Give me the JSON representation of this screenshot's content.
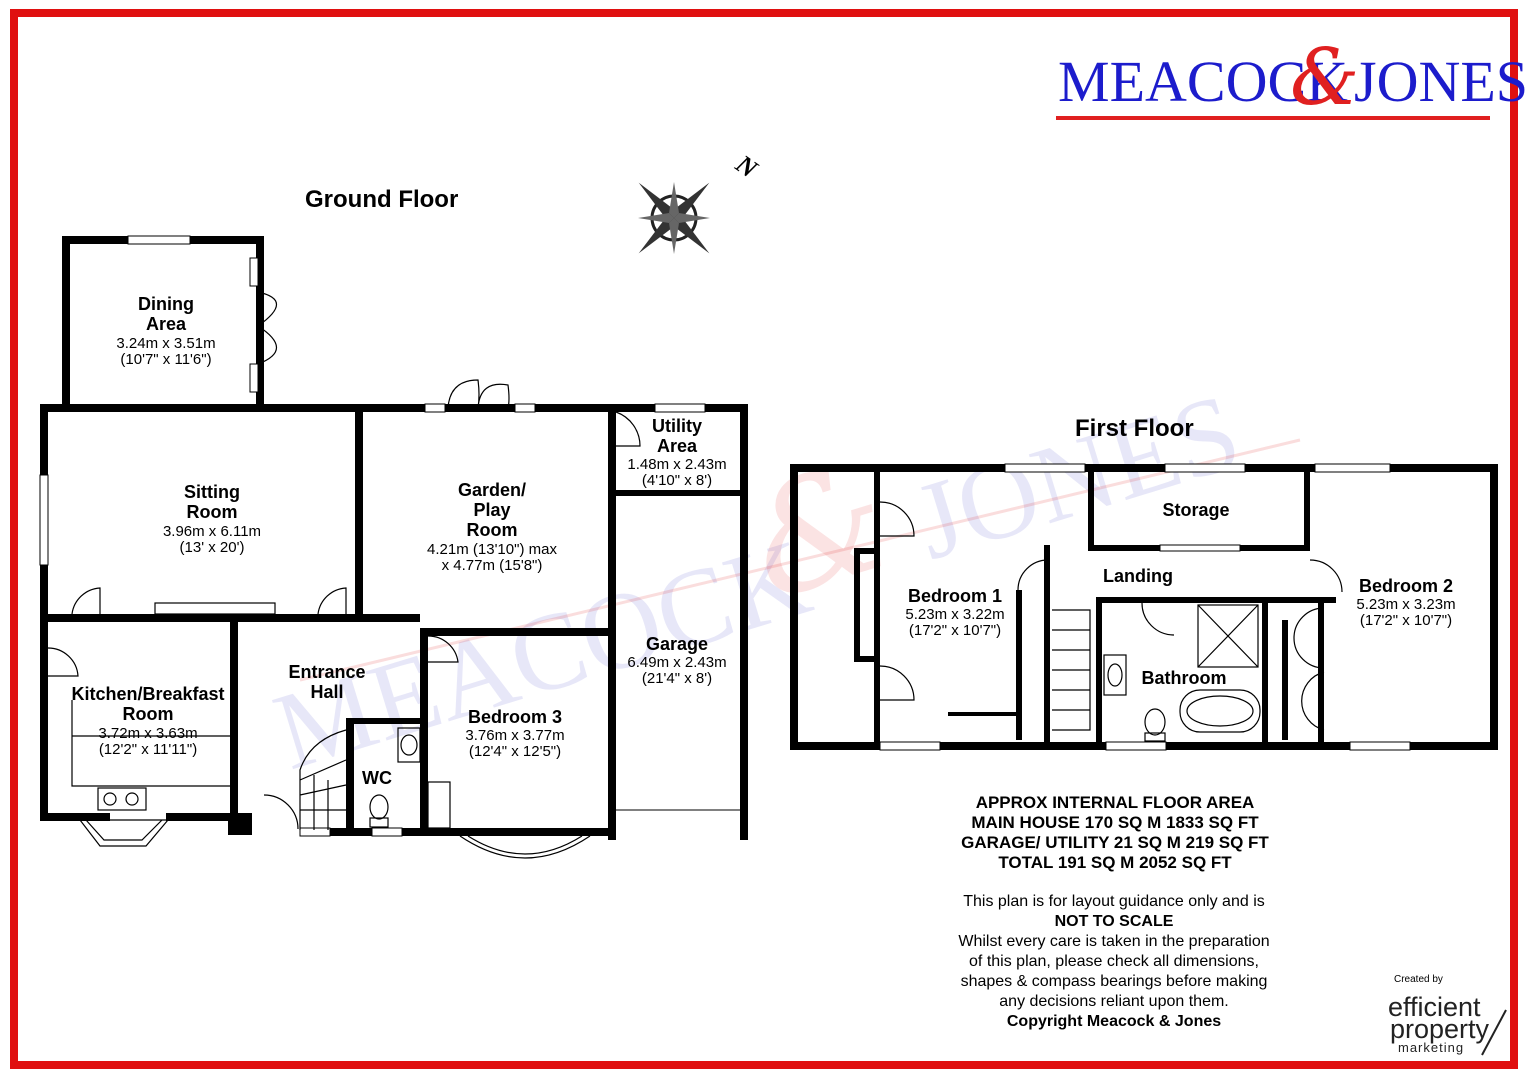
{
  "brand": {
    "name_left": "MEACOCK",
    "ampersand": "&",
    "name_right": "JONES",
    "colors": {
      "blue": "#1c1ccc",
      "red": "#e02020",
      "border": "#e01010"
    }
  },
  "compass": {
    "north_label": "N"
  },
  "ground_floor": {
    "title": "Ground Floor",
    "rooms": {
      "dining": {
        "name_line1": "Dining",
        "name_line2": "Area",
        "metric": "3.24m x 3.51m",
        "imperial": "(10'7\" x 11'6\")"
      },
      "sitting": {
        "name_line1": "Sitting",
        "name_line2": "Room",
        "metric": "3.96m x 6.11m",
        "imperial": "(13' x 20')"
      },
      "garden": {
        "name_line1": "Garden/",
        "name_line2": "Play",
        "name_line3": "Room",
        "metric": "4.21m (13'10\") max",
        "imperial": "x 4.77m (15'8\")"
      },
      "utility": {
        "name_line1": "Utility",
        "name_line2": "Area",
        "metric": "1.48m x 2.43m",
        "imperial": "(4'10\" x 8')"
      },
      "garage": {
        "name": "Garage",
        "metric": "6.49m x 2.43m",
        "imperial": "(21'4\" x 8')"
      },
      "kitchen": {
        "name_line1": "Kitchen/Breakfast",
        "name_line2": "Room",
        "metric": "3.72m x 3.63m",
        "imperial": "(12'2\" x 11'11\")"
      },
      "hall": {
        "name_line1": "Entrance",
        "name_line2": "Hall"
      },
      "wc": {
        "name": "WC"
      },
      "bedroom3": {
        "name": "Bedroom 3",
        "metric": "3.76m x 3.77m",
        "imperial": "(12'4\" x 12'5\")"
      }
    }
  },
  "first_floor": {
    "title": "First Floor",
    "rooms": {
      "bedroom1": {
        "name": "Bedroom 1",
        "metric": "5.23m x 3.22m",
        "imperial": "(17'2\" x 10'7\")"
      },
      "storage": {
        "name": "Storage"
      },
      "landing": {
        "name": "Landing"
      },
      "bathroom": {
        "name": "Bathroom"
      },
      "bedroom2": {
        "name": "Bedroom 2",
        "metric": "5.23m x 3.23m",
        "imperial": "(17'2\" x 10'7\")"
      }
    }
  },
  "area_summary": {
    "line1": "APPROX INTERNAL FLOOR AREA",
    "line2": "MAIN HOUSE 170 SQ M 1833 SQ FT",
    "line3": "GARAGE/ UTILITY 21 SQ M 219 SQ FT",
    "line4": "TOTAL 191 SQ M 2052 SQ FT"
  },
  "disclaimer": {
    "line1": "This plan is for layout guidance only and is",
    "line2": "NOT TO SCALE",
    "line3": "Whilst every care is taken in the preparation",
    "line4": "of this plan, please check all dimensions,",
    "line5": "shapes & compass bearings before making",
    "line6": "any decisions reliant upon them.",
    "line7": "Copyright Meacock & Jones"
  },
  "credit": {
    "created_by": "Created by",
    "word1": "efficient",
    "word2": "property",
    "word3": "marketing"
  }
}
